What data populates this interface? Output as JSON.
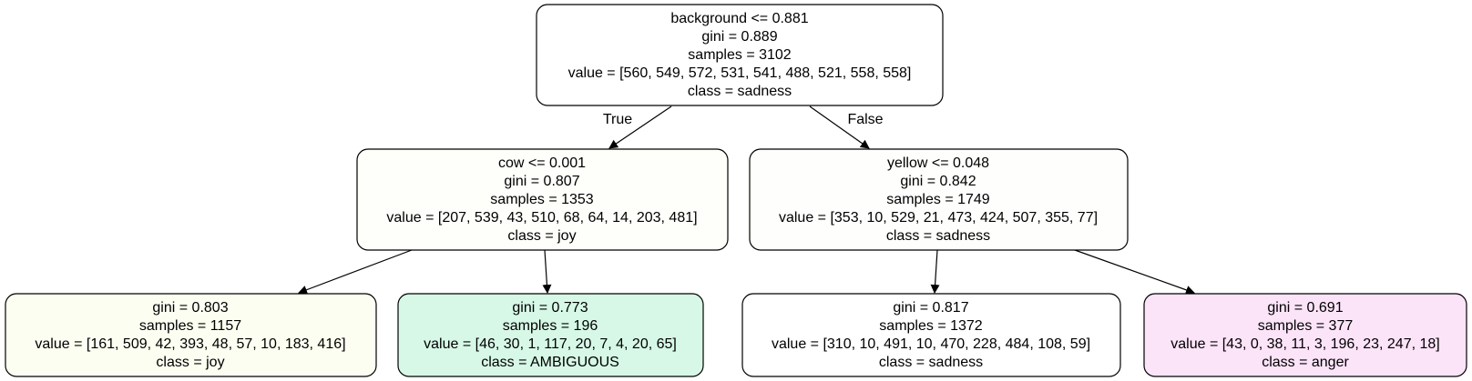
{
  "nodes": [
    {
      "id": "root",
      "fill": "#ffffff",
      "lines": [
        "background <= 0.881",
        "gini = 0.889",
        "samples = 3102",
        "value = [560, 549, 572, 531, 541, 488, 521, 558, 558]",
        "class = sadness"
      ]
    },
    {
      "id": "cow",
      "fill": "#fefffa",
      "lines": [
        "cow <= 0.001",
        "gini = 0.807",
        "samples = 1353",
        "value = [207, 539, 43, 510, 68, 64, 14, 203, 481]",
        "class = joy"
      ]
    },
    {
      "id": "yellow",
      "fill": "#fefefc",
      "lines": [
        "yellow <= 0.048",
        "gini = 0.842",
        "samples = 1749",
        "value = [353, 10, 529, 21, 473, 424, 507, 355, 77]",
        "class = sadness"
      ]
    },
    {
      "id": "leaf-joy",
      "fill": "#fdfef2",
      "lines": [
        "gini = 0.803",
        "samples = 1157",
        "value = [161, 509, 42, 393, 48, 57, 10, 183, 416]",
        "class = joy"
      ]
    },
    {
      "id": "leaf-ambiguous",
      "fill": "#d7f8e7",
      "lines": [
        "gini = 0.773",
        "samples = 196",
        "value = [46, 30, 1, 117, 20, 7, 4, 20, 65]",
        "class = AMBIGUOUS"
      ]
    },
    {
      "id": "leaf-sadness",
      "fill": "#ffffff",
      "lines": [
        "gini = 0.817",
        "samples = 1372",
        "value = [310, 10, 491, 10, 470, 228, 484, 108, 59]",
        "class = sadness"
      ]
    },
    {
      "id": "leaf-anger",
      "fill": "#fbe3f8",
      "lines": [
        "gini = 0.691",
        "samples = 377",
        "value = [43, 0, 38, 11, 3, 196, 23, 247, 18]",
        "class = anger"
      ]
    }
  ],
  "edges": [
    {
      "from": "root",
      "to": "cow",
      "label": "True"
    },
    {
      "from": "root",
      "to": "yellow",
      "label": "False"
    },
    {
      "from": "cow",
      "to": "leaf-joy",
      "label": ""
    },
    {
      "from": "cow",
      "to": "leaf-ambiguous",
      "label": ""
    },
    {
      "from": "yellow",
      "to": "leaf-sadness",
      "label": ""
    },
    {
      "from": "yellow",
      "to": "leaf-anger",
      "label": ""
    }
  ]
}
